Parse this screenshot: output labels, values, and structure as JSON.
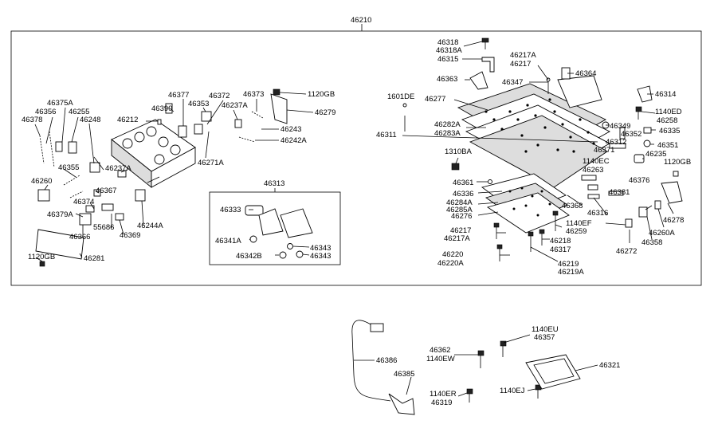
{
  "labels": {
    "top": "46210",
    "l46318": "46318",
    "l46318A": "46318A",
    "l46315": "46315",
    "l46217A_t": "46217A",
    "l46217_t": "46217",
    "l46364": "46364",
    "l46363": "46363",
    "l46347": "46347",
    "l46314": "46314",
    "l1140ED": "1140ED",
    "l46258": "46258",
    "l1601DE": "1601DE",
    "l46311": "46311",
    "l46277": "46277",
    "l46282A": "46282A",
    "l46283A": "46283A",
    "l46349": "46349",
    "l46335": "46335",
    "l46351": "46351",
    "l46352": "46352",
    "l46312": "46312",
    "l46371": "46371",
    "l46235": "46235",
    "l1140EC": "1140EC",
    "l46263": "46263",
    "l1120GB_r": "1120GB",
    "l1310BA": "1310BA",
    "l46361": "46361",
    "l46336": "46336",
    "l46284A": "46284A",
    "l46285A": "46285A",
    "l46276": "46276",
    "l46368": "46368",
    "l46376": "46376",
    "l46381": "46381",
    "l46316": "46316",
    "l1140EF": "1140EF",
    "l46259": "46259",
    "l46217": "46217",
    "l46217A": "46217A",
    "l46218": "46218",
    "l46317": "46317",
    "l46220": "46220",
    "l46220A": "46220A",
    "l46219": "46219",
    "l46219A": "46219A",
    "l46278": "46278",
    "l46260A": "46260A",
    "l46358": "46358",
    "l46272": "46272",
    "l46375A": "46375A",
    "l46356": "46356",
    "l46378": "46378",
    "l46255": "46255",
    "l46248": "46248",
    "l46212": "46212",
    "l46390": "46390",
    "l46377": "46377",
    "l46353": "46353",
    "l46372": "46372",
    "l46237A_t": "46237A",
    "l46373": "46373",
    "l1120GB_t": "1120GB",
    "l46279": "46279",
    "l46243": "46243",
    "l46242A": "46242A",
    "l46271A": "46271A",
    "l46355": "46355",
    "l46237A": "46237A",
    "l46260": "46260",
    "l46367": "46367",
    "l46374": "46374",
    "l46379A": "46379A",
    "l55686": "55686",
    "l46366": "46366",
    "l46369": "46369",
    "l46244A": "46244A",
    "l46281": "46281",
    "l1120GB_l": "1120GB",
    "l46313": "46313",
    "l46333": "46333",
    "l46341A": "46341A",
    "l46343a": "46343",
    "l46342B": "46342B",
    "l46343b": "46343",
    "l46386": "46386",
    "l46385": "46385",
    "l46362": "46362",
    "l1140EW": "1140EW",
    "l1140EU": "1140EU",
    "l46357": "46357",
    "l1140ER": "1140ER",
    "l46319": "46319",
    "l1140EJ": "1140EJ",
    "l46321": "46321"
  }
}
